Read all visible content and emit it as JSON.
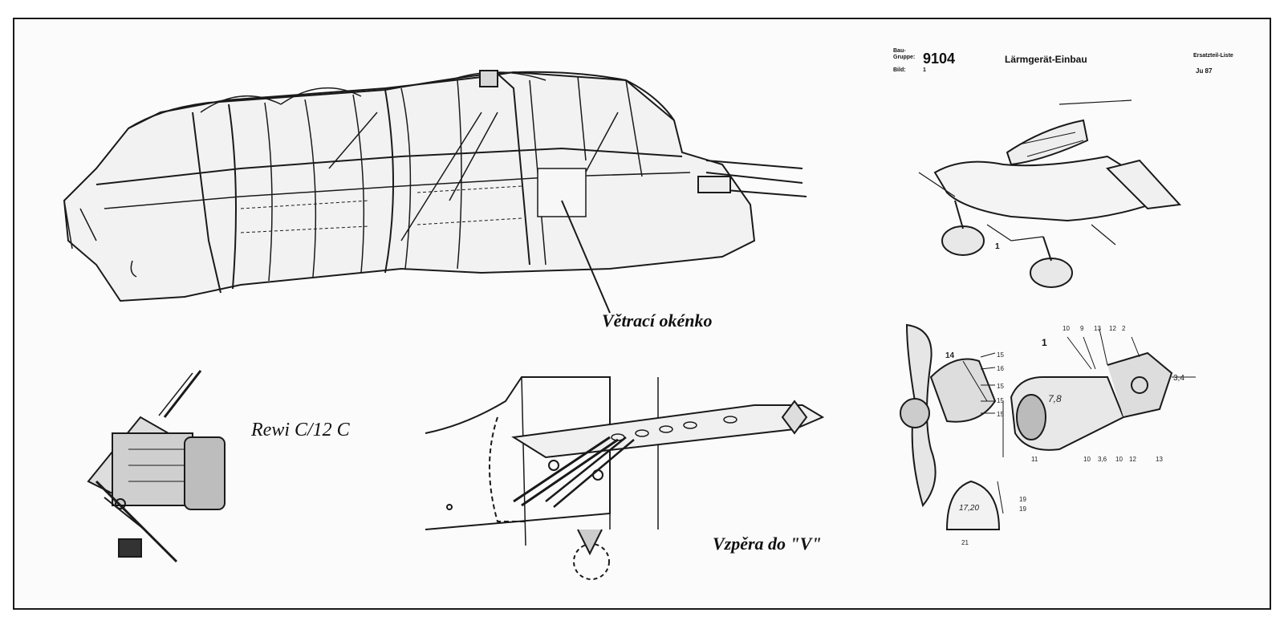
{
  "labels": {
    "canopy_label": "Větrací okénko",
    "radio_label": "Rewi C/12 C",
    "strut_label": "Vzpěra do \"V\""
  },
  "sheet": {
    "baugruppe_label": "Bau-\nGruppe:",
    "group_number": "9104",
    "bild_label": "Bild:",
    "bild_number": "1",
    "title": "Lärmgerät-Einbau",
    "ersatzteil_label": "Ersatzteil-Liste",
    "aircraft": "Ju 87",
    "callout_top": "1",
    "callout_detail": "1",
    "part_numbers": [
      "10",
      "9",
      "13",
      "12",
      "2",
      "3,4",
      "7,8",
      "11",
      "10",
      "3,6",
      "10",
      "12",
      "13",
      "14",
      "15",
      "16",
      "15",
      "15",
      "15",
      "17,20",
      "19",
      "19",
      "21"
    ]
  },
  "colors": {
    "ink": "#1a1a1a",
    "paper": "#fbfbfb"
  }
}
